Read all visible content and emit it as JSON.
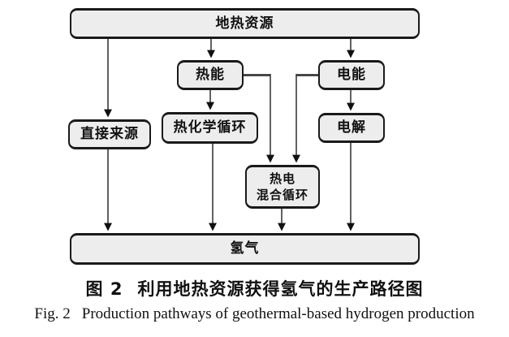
{
  "figure": {
    "caption_zh": {
      "label": "图 2",
      "title": "利用地热资源获得氢气的生产路径图"
    },
    "caption_en": {
      "label": "Fig. 2",
      "title": "Production pathways of geothermal-based hydrogen production"
    }
  },
  "diagram": {
    "nodes": {
      "geothermal": {
        "label": "地热资源"
      },
      "thermal_energy": {
        "label": "热能"
      },
      "electric_energy": {
        "label": "电能"
      },
      "direct_source": {
        "label": "直接来源"
      },
      "thermochemical_cycle": {
        "label": "热化学循环"
      },
      "electrolysis": {
        "label": "电解"
      },
      "hybrid_cycle": {
        "lines": [
          "热电",
          "混合循环"
        ]
      },
      "hydrogen": {
        "label": "氢气"
      }
    },
    "edges": [
      {
        "from": "geothermal",
        "to": "direct_source"
      },
      {
        "from": "geothermal",
        "to": "thermal_energy"
      },
      {
        "from": "geothermal",
        "to": "electric_energy"
      },
      {
        "from": "thermal_energy",
        "to": "thermochemical_cycle"
      },
      {
        "from": "thermal_energy",
        "to": "hybrid_cycle"
      },
      {
        "from": "electric_energy",
        "to": "electrolysis"
      },
      {
        "from": "electric_energy",
        "to": "hybrid_cycle"
      },
      {
        "from": "direct_source",
        "to": "hydrogen"
      },
      {
        "from": "thermochemical_cycle",
        "to": "hydrogen"
      },
      {
        "from": "hybrid_cycle",
        "to": "hydrogen"
      },
      {
        "from": "electrolysis",
        "to": "hydrogen"
      }
    ]
  },
  "colors": {
    "background": "#ffffff",
    "box_fill": "#ededed",
    "box_border": "#1a1a1a",
    "connector": "#3a3a3a",
    "arrowhead": "#111111"
  }
}
